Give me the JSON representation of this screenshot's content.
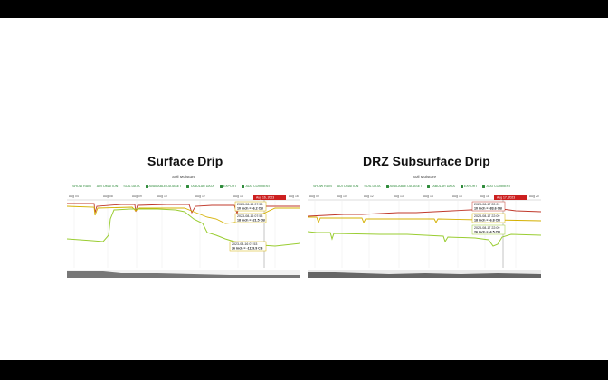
{
  "slide": {
    "left": {
      "heading": "Surface Drip",
      "widget_title": "Soil Moisture",
      "toolbar": [
        "SHOW RAIN",
        "AUTOMATION",
        "SOIL DATA",
        "AVAILABLE DATASET",
        "TABULAR DATA",
        "EXPORT",
        "ADD COMMENT"
      ],
      "dates": [
        "Aug 04",
        "Aug 08",
        "Aug 09",
        "Aug 10",
        "Aug 12",
        "Aug 14",
        "Aug 16"
      ],
      "flag": "Aug 16, 2023",
      "tooltips": [
        {
          "time": "2023-08-16 07:53",
          "value": "10 inch = -6.2 CB"
        },
        {
          "time": "2023-08-16 07:53",
          "value": "18 inch = -21.5 CB"
        },
        {
          "time": "2023-08-16 07:53",
          "value": "26 inch = -1119.9 CB"
        }
      ],
      "series_colors": [
        "#c0392b",
        "#d4b000",
        "#9acd32"
      ]
    },
    "right": {
      "heading": "DRZ Subsurface Drip",
      "widget_title": "Soil Moisture",
      "toolbar": [
        "SHOW RAIN",
        "AUTOMATION",
        "SOIL DATA",
        "AVAILABLE DATASET",
        "TABULAR DATA",
        "EXPORT",
        "ADD COMMENT"
      ],
      "dates": [
        "Aug 09",
        "Aug 10",
        "Aug 12",
        "Aug 13",
        "Aug 14",
        "Aug 16",
        "Aug 18",
        "Aug 20"
      ],
      "flag": "Aug 17, 2023",
      "tooltips": [
        {
          "time": "2023-08-17 22:09",
          "value": "10 inch = -83.6 CB"
        },
        {
          "time": "2023-08-17 22:09",
          "value": "18 inch = -6.8 CB"
        },
        {
          "time": "2023-08-17 22:09",
          "value": "26 inch = -6.5 CB"
        }
      ],
      "series_colors": [
        "#c0392b",
        "#d4b000",
        "#9acd32"
      ]
    }
  }
}
